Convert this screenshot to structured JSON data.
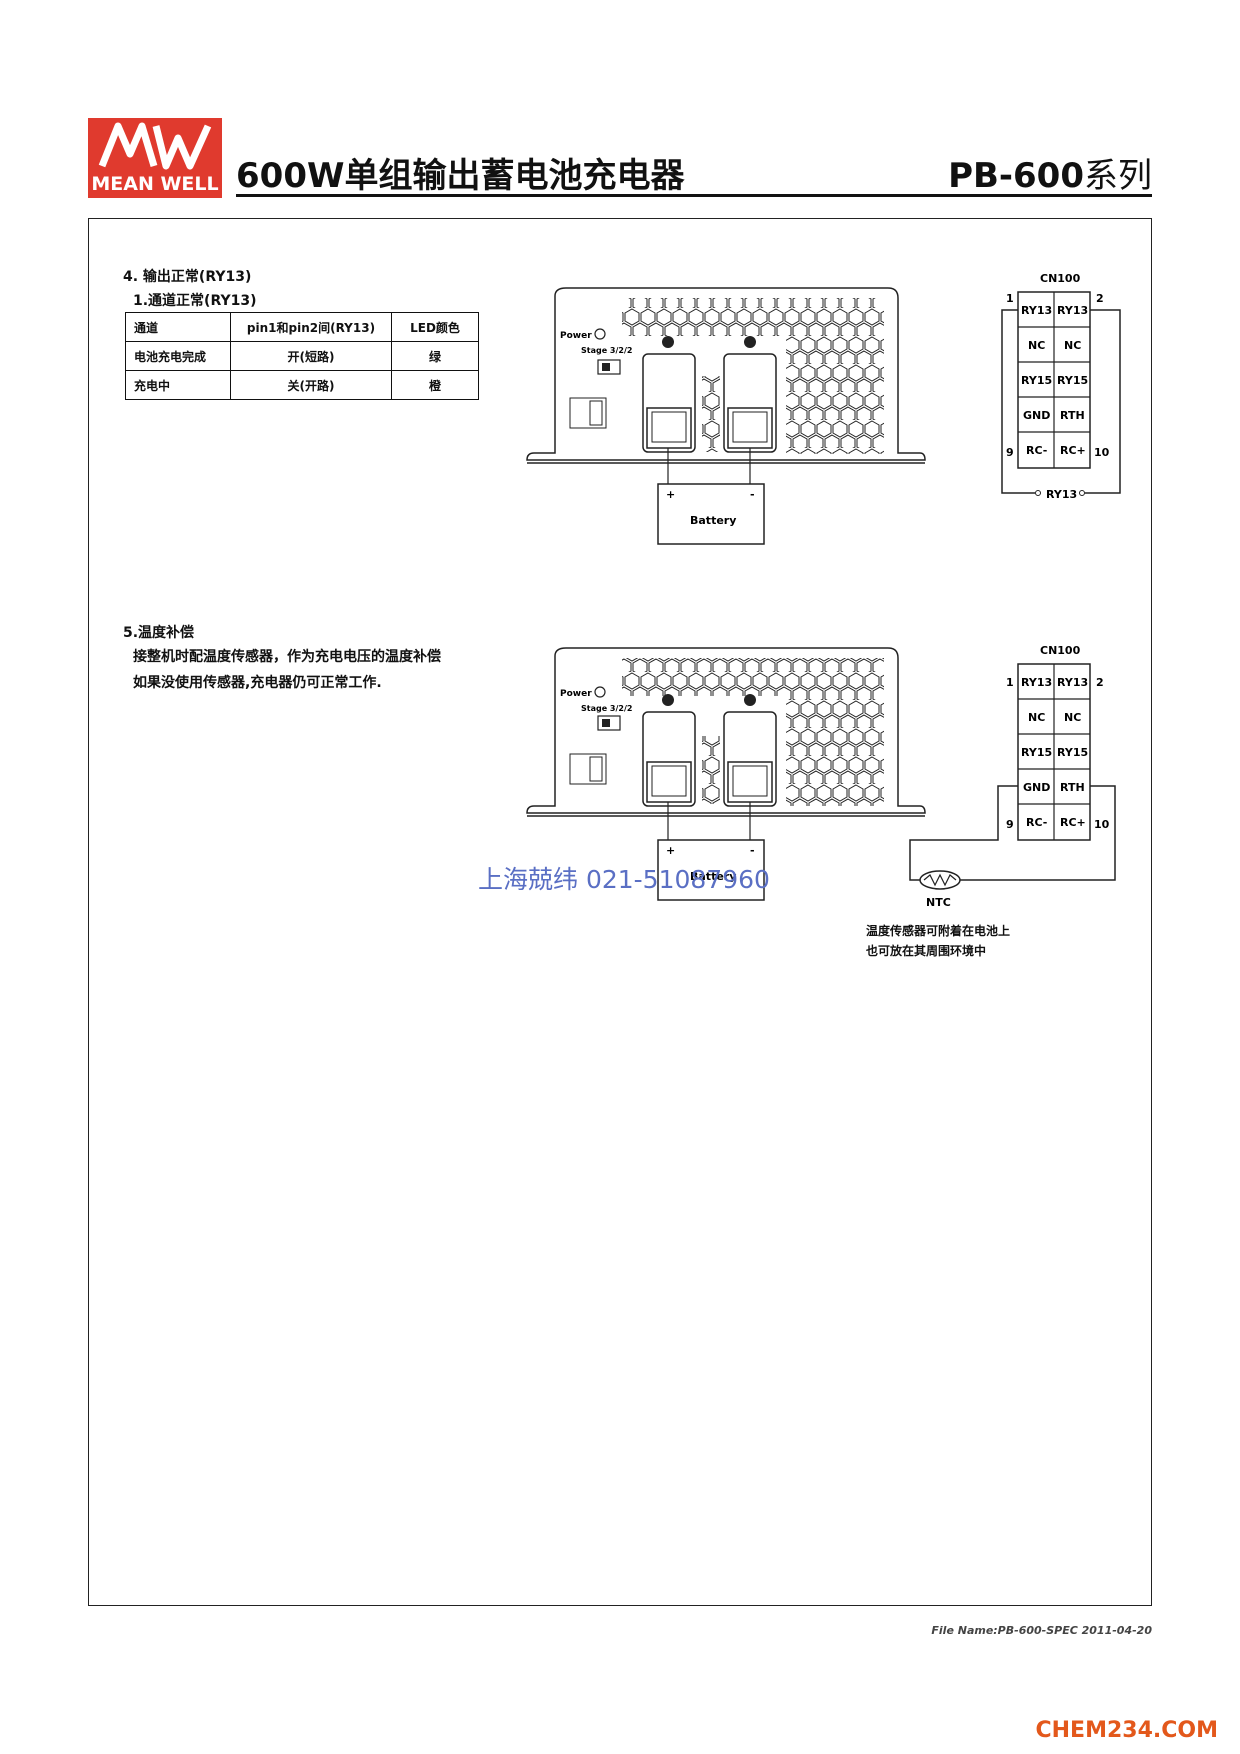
{
  "header": {
    "brand": "MEAN WELL",
    "title": "600W单组输出蓄电池充电器",
    "series_code": "PB-600",
    "series_suffix": "系列"
  },
  "section4": {
    "heading": "4. 输出正常(RY13)",
    "subheading": "1.通道正常(RY13)",
    "table": {
      "headers": [
        "通道",
        "pin1和pin2间(RY13)",
        "LED颜色"
      ],
      "rows": [
        [
          "电池充电完成",
          "开(短路)",
          "绿"
        ],
        [
          "充电中",
          "关(开路)",
          "橙"
        ]
      ]
    }
  },
  "section5": {
    "heading": "5.温度补偿",
    "line1": "接整机时配温度传感器，作为充电电压的温度补偿",
    "line2": "如果没使用传感器,充电器仍可正常工作.",
    "sensor_note1": "温度传感器可附着在电池上",
    "sensor_note2": "也可放在其周围环境中"
  },
  "device": {
    "power_label": "Power",
    "stage_label": "Stage 3/2/2",
    "battery_label": "Battery",
    "plus": "+",
    "minus": "-"
  },
  "connector": {
    "name": "CN100",
    "pins": [
      [
        "RY13",
        "RY13"
      ],
      [
        "NC",
        "NC"
      ],
      [
        "RY15",
        "RY15"
      ],
      [
        "GND",
        "RTH"
      ],
      [
        "RC-",
        "RC+"
      ]
    ],
    "pin_1": "1",
    "pin_2": "2",
    "pin_9": "9",
    "pin_10": "10",
    "relay_label": "RY13",
    "ntc_label": "NTC"
  },
  "watermark": "上海兢纬  021-51087960",
  "footer": "File Name:PB-600-SPEC   2011-04-20",
  "site": "CHEM234.COM"
}
